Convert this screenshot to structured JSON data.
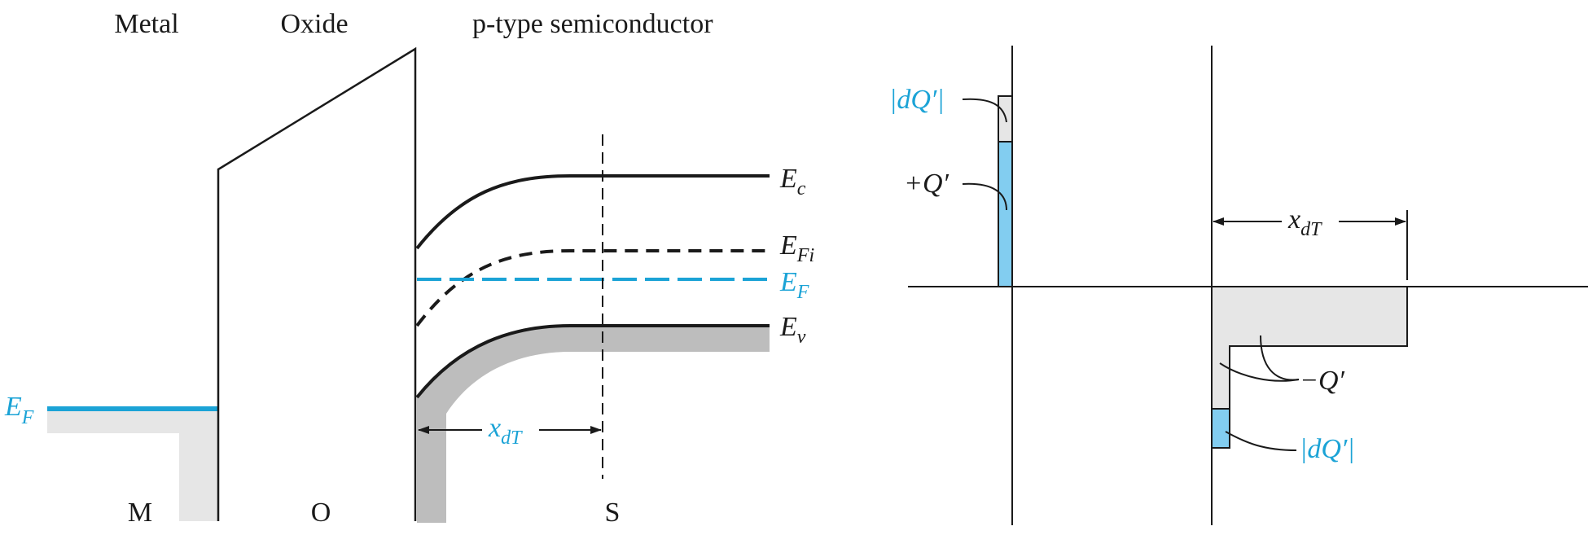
{
  "colors": {
    "ink": "#1a1a1a",
    "accent": "#1ba3d6",
    "charge_fill": "#82cdf0",
    "shade_light": "#e6e6e6",
    "shade_dark": "#bdbdbd"
  },
  "band_diagram": {
    "region_labels": {
      "metal": "Metal",
      "oxide": "Oxide",
      "semiconductor": "p-type semiconductor"
    },
    "bottom_labels": {
      "m": "M",
      "o": "O",
      "s": "S"
    },
    "levels": {
      "ec_main": "E",
      "ec_sub": "c",
      "efi_main": "E",
      "efi_sub": "Fi",
      "ef_main": "E",
      "ef_sub": "F",
      "ev_main": "E",
      "ev_sub": "v",
      "ef_metal_main": "E",
      "ef_metal_sub": "F"
    },
    "depletion_width": {
      "main": "x",
      "sub": "dT"
    }
  },
  "charge_diagram": {
    "labels": {
      "dq_top": "|dQ′|",
      "plus_q": "+Q′",
      "minus_q": "−Q′",
      "dq_bottom": "|dQ′|"
    },
    "depletion_width": {
      "main": "x",
      "sub": "dT"
    }
  }
}
